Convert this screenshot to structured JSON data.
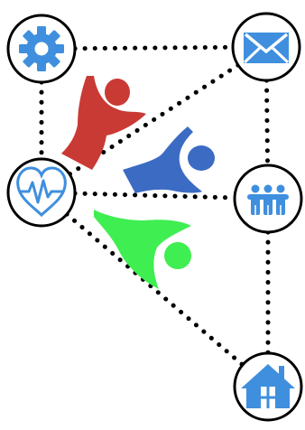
{
  "diagram": {
    "colors": {
      "icon_blue": "#3f8fde",
      "ring": "#000000",
      "dots": "#000000",
      "figure_red": "#c93a34",
      "figure_blue": "#3c6bc4",
      "figure_green": "#3fee50"
    },
    "nodes": [
      {
        "id": "settings",
        "icon": "gear-icon"
      },
      {
        "id": "mail",
        "icon": "envelope-icon"
      },
      {
        "id": "health",
        "icon": "heart-pulse-icon"
      },
      {
        "id": "team",
        "icon": "people-icon"
      },
      {
        "id": "home",
        "icon": "house-icon"
      }
    ],
    "connections": [
      {
        "from": "settings",
        "to": "mail"
      },
      {
        "from": "settings",
        "to": "health"
      },
      {
        "from": "mail",
        "to": "health"
      },
      {
        "from": "mail",
        "to": "team"
      },
      {
        "from": "health",
        "to": "team"
      },
      {
        "from": "health",
        "to": "home"
      },
      {
        "from": "team",
        "to": "home"
      }
    ],
    "figures": [
      {
        "name": "red-figure",
        "color": "#c93a34"
      },
      {
        "name": "blue-figure",
        "color": "#3c6bc4"
      },
      {
        "name": "green-figure",
        "color": "#3fee50"
      }
    ]
  }
}
